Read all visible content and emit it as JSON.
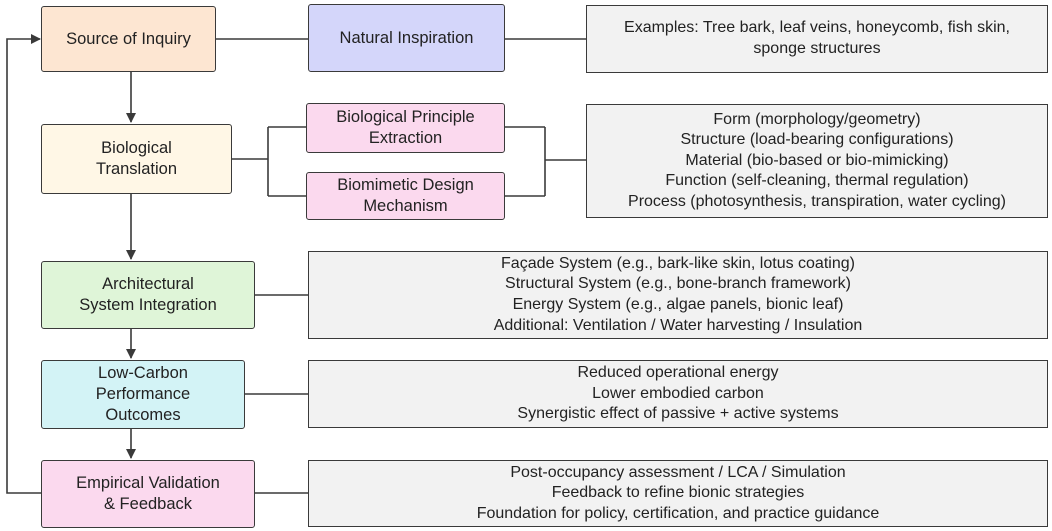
{
  "colors": {
    "stroke": "#3a3a3a",
    "orange_fill": "#fde6d2",
    "purple_fill": "#d4d6fa",
    "cream_fill": "#fff7e6",
    "pink_fill": "#fbd9ee",
    "green_fill": "#dff5d8",
    "cyan_fill": "#d3f3f6",
    "gray_fill": "#f2f2f2"
  },
  "stages": {
    "source_of_inquiry": "Source of Inquiry",
    "biological_translation": "Biological\nTranslation",
    "architectural_integration": "Architectural\nSystem Integration",
    "low_carbon_outcomes": "Low-Carbon\nPerformance\nOutcomes",
    "empirical_validation": "Empirical Validation\n& Feedback"
  },
  "branches": {
    "natural_inspiration": "Natural Inspiration",
    "principle_extraction": "Biological Principle\nExtraction",
    "design_mechanism": "Biomimetic Design\nMechanism"
  },
  "details": {
    "examples": [
      "Examples: Tree bark, leaf veins, honeycomb, fish skin,",
      "sponge structures"
    ],
    "translation": [
      "Form (morphology/geometry)",
      "Structure (load-bearing configurations)",
      "Material (bio-based or bio-mimicking)",
      "Function (self-cleaning, thermal regulation)",
      "Process (photosynthesis, transpiration, water cycling)"
    ],
    "integration": [
      "Façade System (e.g., bark-like skin, lotus coating)",
      "Structural System (e.g., bone-branch framework)",
      "Energy System (e.g., algae panels, bionic leaf)",
      "Additional: Ventilation / Water harvesting / Insulation"
    ],
    "outcomes": [
      "Reduced operational energy",
      "Lower embodied carbon",
      "Synergistic effect of passive + active systems"
    ],
    "validation": [
      "Post-occupancy assessment / LCA / Simulation",
      "Feedback to refine bionic strategies",
      "Foundation for policy, certification, and practice guidance"
    ]
  }
}
